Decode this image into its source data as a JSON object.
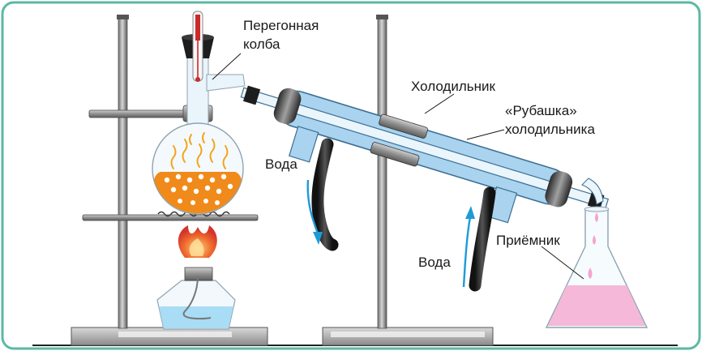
{
  "labels": {
    "flask_line1": "Перегонная",
    "flask_line2": "колба",
    "condenser": "Холодильник",
    "jacket_line1": "«Рубашка»",
    "jacket_line2": "холодильника",
    "water_out": "Вода",
    "water_in": "Вода",
    "receiver": "Приёмник"
  },
  "colors": {
    "frame": "#5cb8a4",
    "water_arrow": "#1e9bd7",
    "condenser_glass": "#a9d3ee",
    "liquid_boiling": "#f08a1a",
    "distillate": "#f5b8d8",
    "burner_fuel": "#a9dcf5",
    "flame": "#e0502a"
  }
}
